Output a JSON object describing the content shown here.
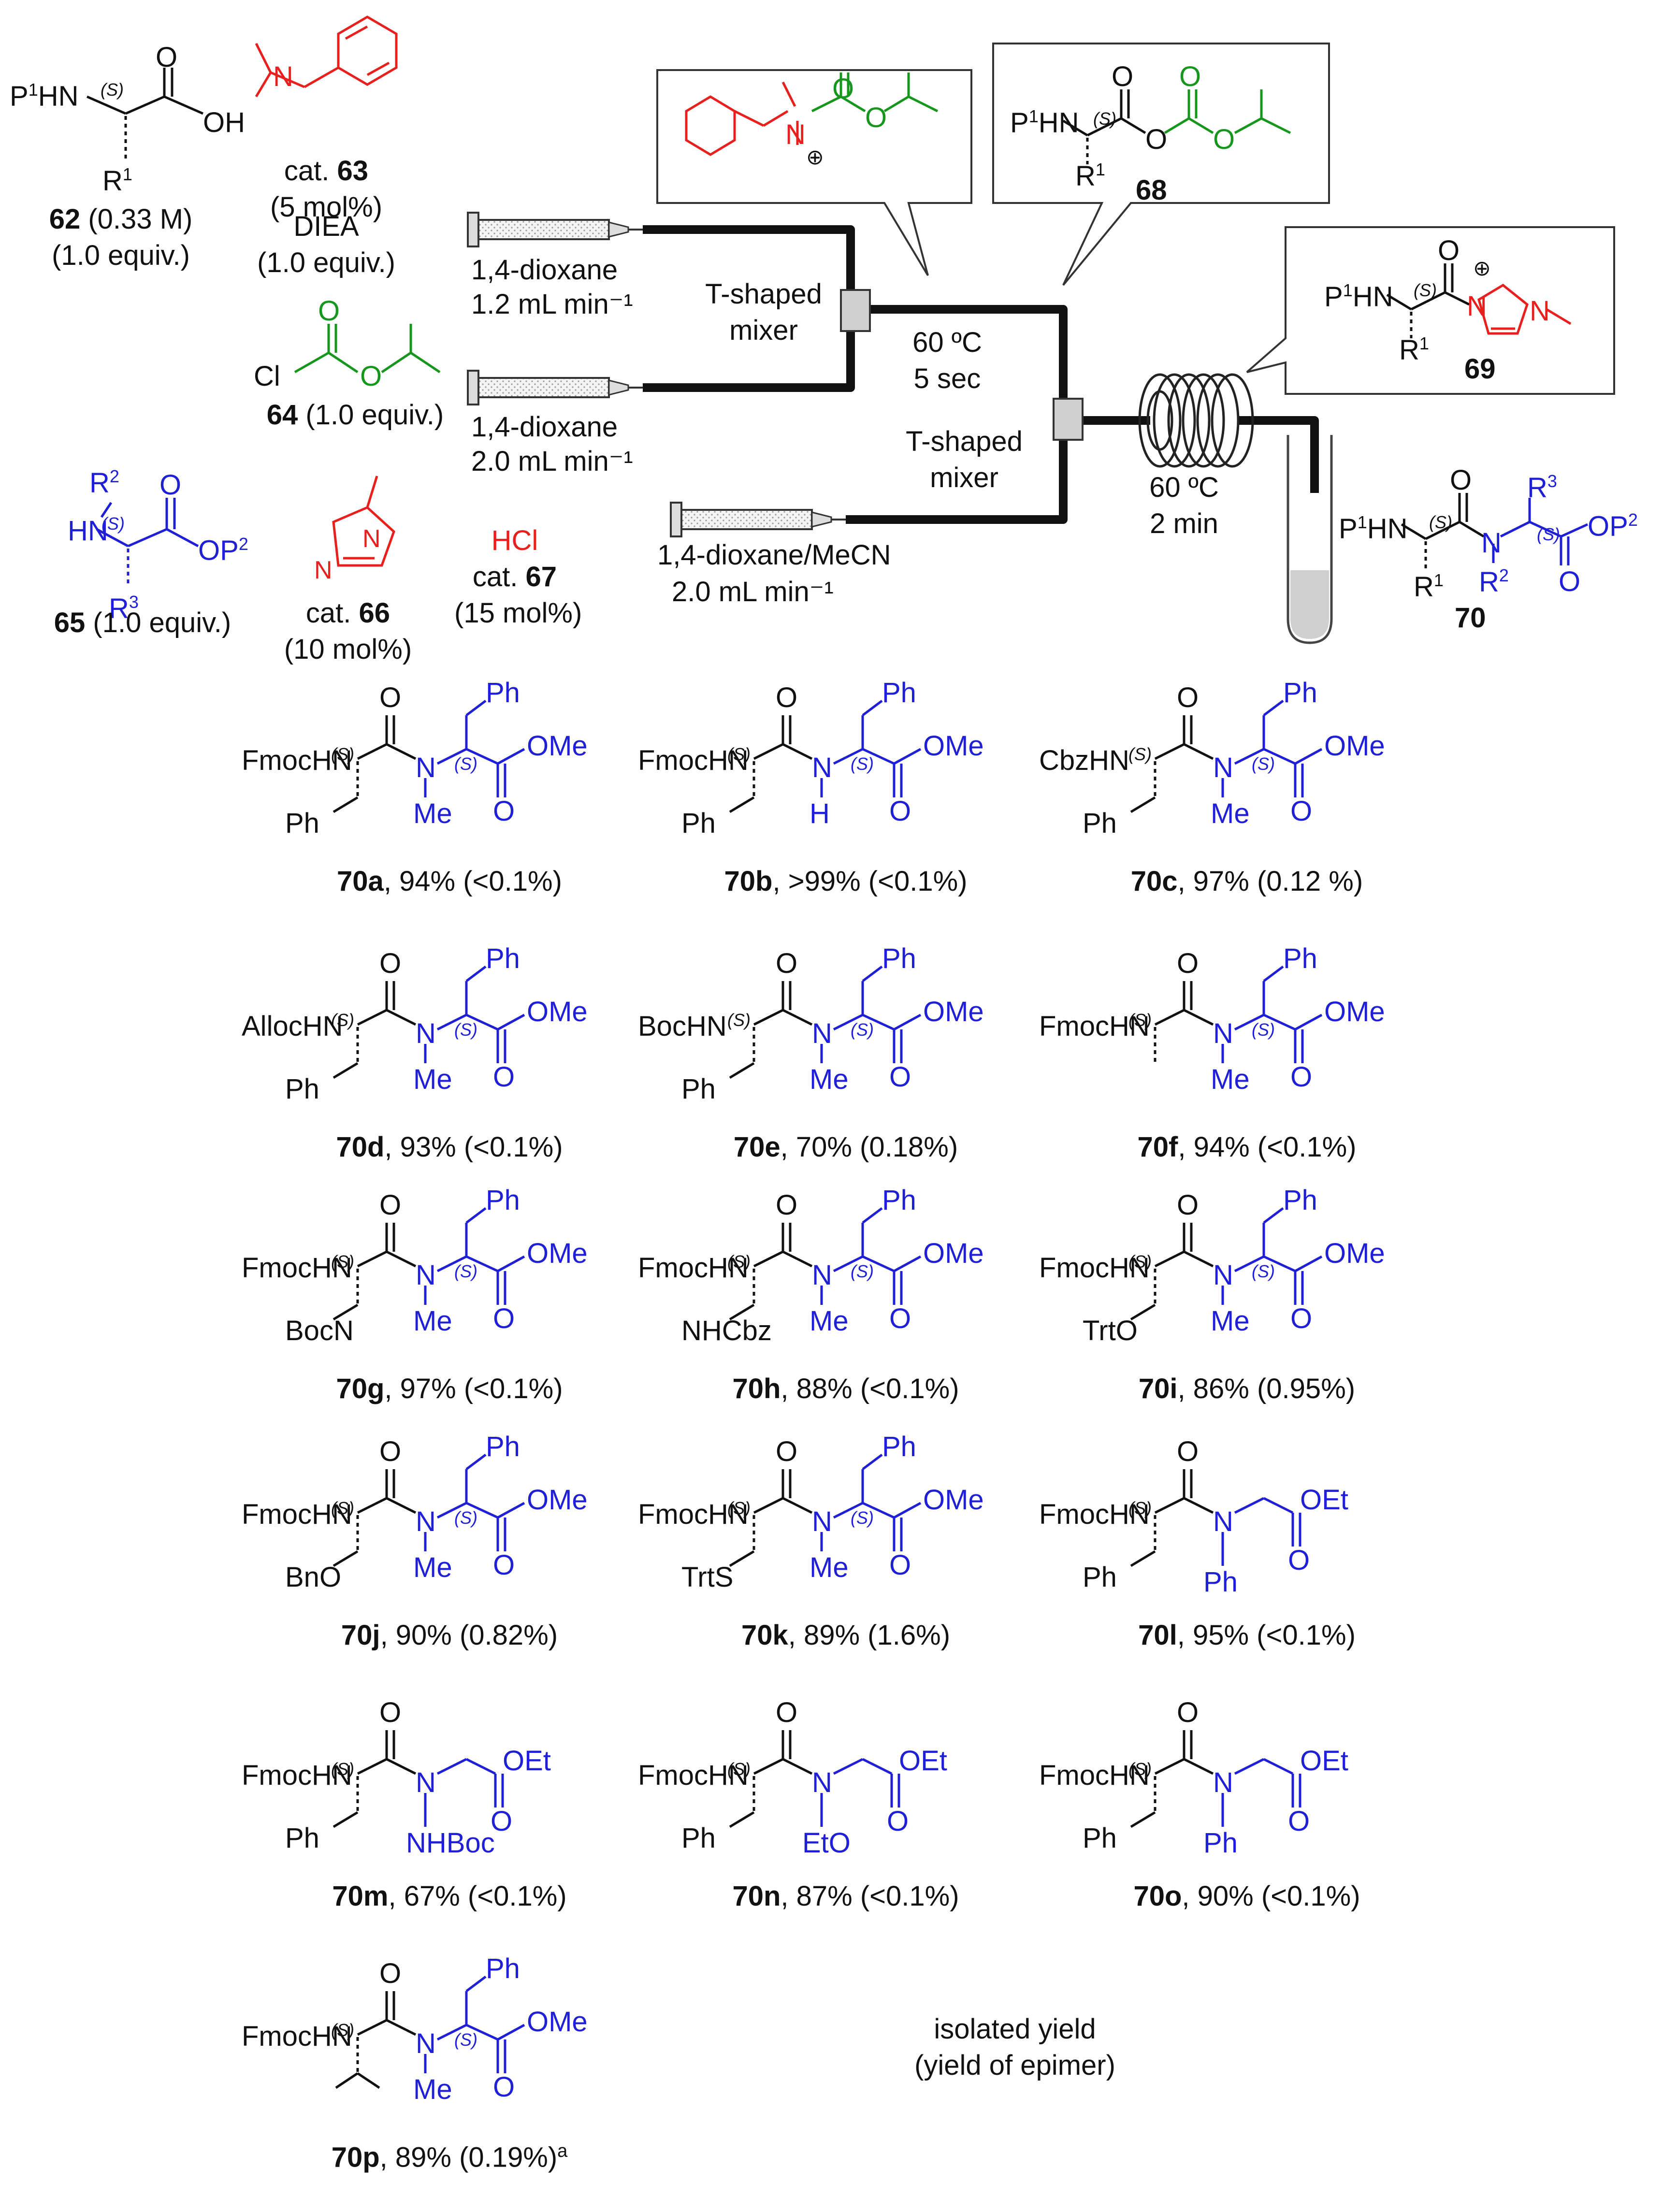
{
  "colors": {
    "red": "#e8201d",
    "green": "#17961d",
    "blue": "#1f1fd6",
    "black": "#111111",
    "gray": "#cfcfcf"
  },
  "reagents": {
    "r62": {
      "id": "62",
      "line1": "(0.33 M)",
      "line2": "(1.0 equiv.)",
      "structure": "P¹HN-CH(R¹)-COOH (S)"
    },
    "r63": {
      "prefix": "cat.",
      "id": "63",
      "loading": "(5 mol%)",
      "structure": "N,N-dimethylbenzylamine"
    },
    "diea": {
      "name": "DIEA",
      "equiv": "(1.0 equiv.)"
    },
    "r64": {
      "id": "64",
      "equiv": "(1.0 equiv.)",
      "structure": "isopropyl chloroformate"
    },
    "r65": {
      "id": "65",
      "equiv": "(1.0 equiv.)",
      "structure": "R²NH-CH(R³)-COOP² (S)"
    },
    "r66": {
      "prefix": "cat.",
      "id": "66",
      "loading": "(10 mol%)",
      "structure": "N-methylimidazole"
    },
    "r67": {
      "name": "HCl",
      "prefix": "cat.",
      "id": "67",
      "loading": "(15 mol%)"
    }
  },
  "flow": {
    "pump1": {
      "solvent": "1,4-dioxane",
      "rate": "1.2 mL min⁻¹"
    },
    "pump2": {
      "solvent": "1,4-dioxane",
      "rate": "2.0 mL min⁻¹"
    },
    "pump3": {
      "solvent": "1,4-dioxane/MeCN",
      "rate": "2.0 mL min⁻¹"
    },
    "mixer1": {
      "line1": "T-shaped",
      "line2": "mixer"
    },
    "mixer2": {
      "line1": "T-shaped",
      "line2": "mixer"
    },
    "stage1": {
      "temp": "60 ºC",
      "time": "5 sec"
    },
    "stage2": {
      "temp": "60 ºC",
      "time": "2 min"
    }
  },
  "intermediates": {
    "acylammonium": {
      "structure": "benzyl-dimethyl-ammonium carbonate",
      "charge": "⊕"
    },
    "i68": {
      "id": "68",
      "structure": "mixed carbonic anhydride"
    },
    "i69": {
      "id": "69",
      "structure": "acyl imidazolium",
      "charge": "⊕"
    }
  },
  "product": {
    "id": "70"
  },
  "products": [
    {
      "id": "70a",
      "result": ", 94% (<0.1%)",
      "n": "FmocHN",
      "r1": "Ph",
      "r2": "Me",
      "r3": "Ph",
      "ester": "OMe",
      "type": "std"
    },
    {
      "id": "70b",
      "result": ", >99% (<0.1%)",
      "n": "FmocHN",
      "r1": "Ph",
      "r2": "H",
      "r3": "Ph",
      "ester": "OMe",
      "type": "std"
    },
    {
      "id": "70c",
      "result": ", 97% (0.12 %)",
      "n": "CbzHN",
      "r1": "Ph",
      "r2": "Me",
      "r3": "Ph",
      "ester": "OMe",
      "type": "std"
    },
    {
      "id": "70d",
      "result": ", 93% (<0.1%)",
      "n": "AllocHN",
      "r1": "Ph",
      "r2": "Me",
      "r3": "Ph",
      "ester": "OMe",
      "type": "std"
    },
    {
      "id": "70e",
      "result": ", 70% (0.18%)",
      "n": "BocHN",
      "r1": "Ph",
      "r2": "Me",
      "r3": "Ph",
      "ester": "OMe",
      "type": "std"
    },
    {
      "id": "70f",
      "result": ", 94% (<0.1%)",
      "n": "FmocHN",
      "r1": "",
      "r2": "Me",
      "r3": "Ph",
      "ester": "OMe",
      "type": "std"
    },
    {
      "id": "70g",
      "result": ", 97% (<0.1%)",
      "n": "FmocHN",
      "r1": "BocN",
      "r2": "Me",
      "r3": "Ph",
      "ester": "OMe",
      "type": "indole"
    },
    {
      "id": "70h",
      "result": ", 88% (<0.1%)",
      "n": "FmocHN",
      "r1": "NHCbz",
      "r2": "Me",
      "r3": "Ph",
      "ester": "OMe",
      "type": "lys"
    },
    {
      "id": "70i",
      "result": ", 86% (0.95%)",
      "n": "FmocHN",
      "r1": "TrtO",
      "r2": "Me",
      "r3": "Ph",
      "ester": "OMe",
      "type": "std"
    },
    {
      "id": "70j",
      "result": ", 90% (0.82%)",
      "n": "FmocHN",
      "r1": "BnO",
      "r2": "Me",
      "r3": "Ph",
      "ester": "OMe",
      "type": "asp"
    },
    {
      "id": "70k",
      "result": ", 89% (1.6%)",
      "n": "FmocHN",
      "r1": "TrtS",
      "r2": "Me",
      "r3": "Ph",
      "ester": "OMe",
      "type": "std"
    },
    {
      "id": "70l",
      "result": ", 95% (<0.1%)",
      "n": "FmocHN",
      "r1": "Ph",
      "r2": "Ph",
      "r3": "",
      "ester": "OEt",
      "type": "gly"
    },
    {
      "id": "70m",
      "result": ", 67% (<0.1%)",
      "n": "FmocHN",
      "r1": "Ph",
      "r2": "NHBoc",
      "r3": "",
      "ester": "OEt",
      "type": "gly2"
    },
    {
      "id": "70n",
      "result": ", 87% (<0.1%)",
      "n": "FmocHN",
      "r1": "Ph",
      "r2": "EtO",
      "r3": "",
      "ester": "OEt",
      "type": "gly3"
    },
    {
      "id": "70o",
      "result": ", 90% (<0.1%)",
      "n": "FmocHN",
      "r1": "Ph",
      "r2": "Ph",
      "r3": "",
      "ester": "OEt",
      "type": "beta"
    },
    {
      "id": "70p",
      "result": ", 89% (0.19%)",
      "sup": "a",
      "n": "FmocHN",
      "r1": "",
      "r2": "Me",
      "r3": "Ph",
      "ester": "OMe",
      "type": "val"
    }
  ],
  "note": {
    "line1": "isolated yield",
    "line2": "(yield of epimer)"
  }
}
